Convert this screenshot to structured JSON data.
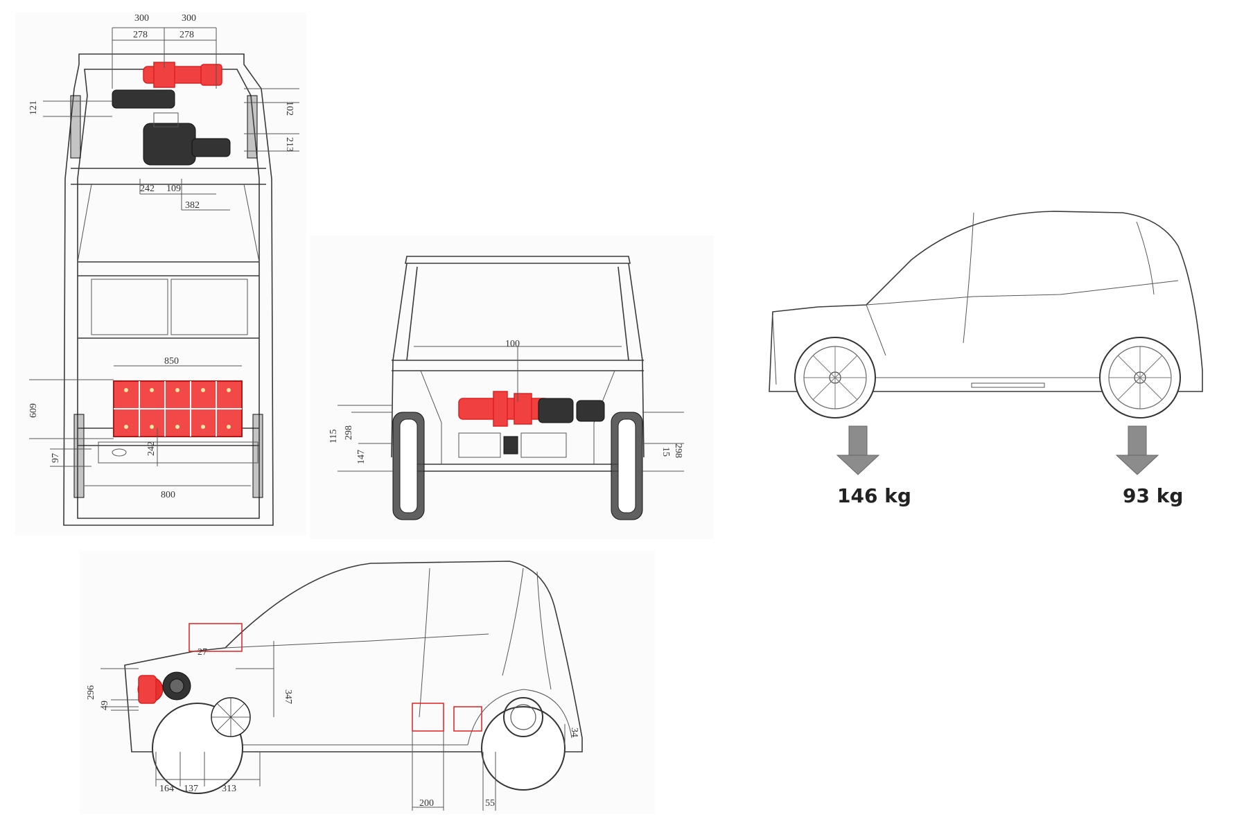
{
  "top_view": {
    "dims": [
      "300",
      "300",
      "278",
      "278",
      "102",
      "121",
      "213",
      "242",
      "109",
      "382",
      "850",
      "609",
      "242",
      "97",
      "800"
    ]
  },
  "front_view": {
    "dims": [
      "100",
      "115",
      "298",
      "147",
      "15",
      "298"
    ]
  },
  "load_view": {
    "front_load": "146 kg",
    "rear_load": "93 kg"
  },
  "side_view": {
    "dims": [
      "27",
      "347",
      "296",
      "49",
      "164",
      "137",
      "313",
      "200",
      "55",
      "34"
    ]
  },
  "colors": {
    "line": "#3a3a3a",
    "highlight": "#e02020",
    "arrow": "#8c8c8c"
  }
}
